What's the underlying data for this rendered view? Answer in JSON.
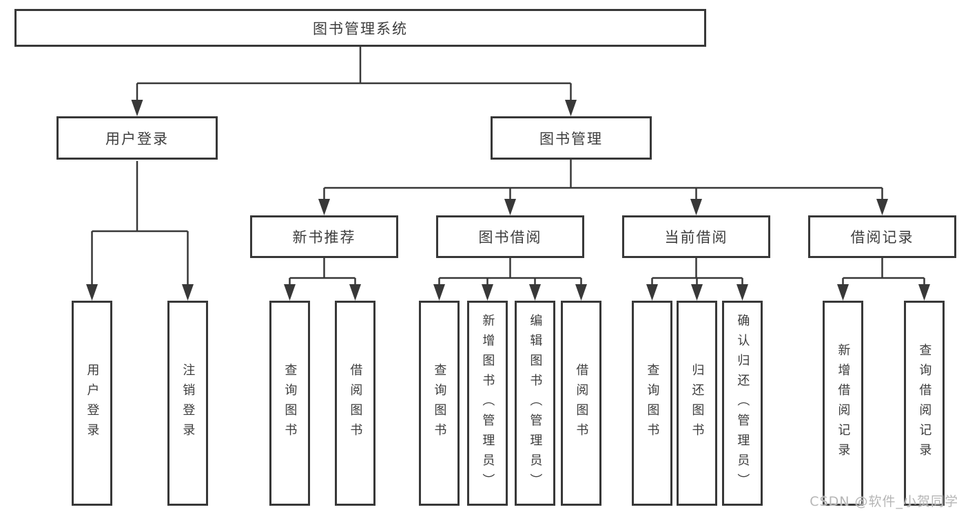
{
  "diagram": {
    "root": "图书管理系统",
    "level2": {
      "user_login": "用户登录",
      "book_management": "图书管理"
    },
    "level3": {
      "new_book_recommend": "新书推荐",
      "book_borrow": "图书借阅",
      "current_borrow": "当前借阅",
      "borrow_record": "借阅记录"
    },
    "leaves": {
      "user_login": "用户登录",
      "logout": "注销登录",
      "nb_query_book": "查询图书",
      "nb_borrow_book": "借阅图书",
      "bb_query_book": "查询图书",
      "bb_add_book_admin": "新增图书（管理员）",
      "bb_edit_book_admin": "编辑图书（管理员）",
      "bb_borrow_book": "借阅图书",
      "cb_query_book": "查询图书",
      "cb_return_book": "归还图书",
      "cb_confirm_return_admin": "确认归还（管理员）",
      "br_add_record": "新增借阅记录",
      "br_query_record": "查询借阅记录"
    }
  },
  "watermark": "CSDN @软件_小贺同学",
  "colors": {
    "line": "#383838",
    "text": "#3d3d3d",
    "watermark": "#b6b6b6",
    "background": "#ffffff"
  }
}
